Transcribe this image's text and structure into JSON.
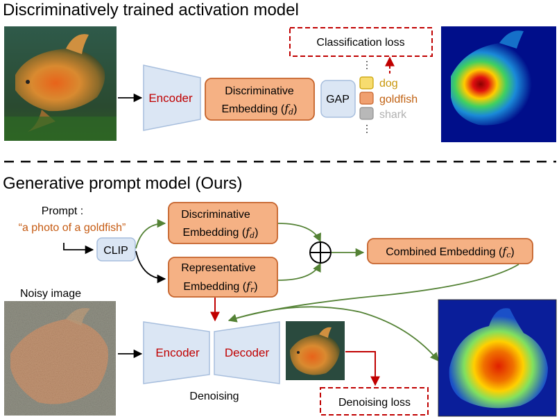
{
  "top": {
    "title": "Discriminatively trained activation model",
    "encoder": "Encoder",
    "embedding_line1": "Discriminative",
    "embedding_line2": "Embedding (",
    "embedding_sym": "f",
    "embedding_sub": "d",
    "embedding_close": ")",
    "gap": "GAP",
    "loss": "Classification loss",
    "classes": [
      {
        "label": "dog",
        "color": "#c8960a",
        "fill": "#f7dc6f"
      },
      {
        "label": "goldfish",
        "color": "#c06010",
        "fill": "#f0a070"
      },
      {
        "label": "shark",
        "color": "#b0b0b0",
        "fill": "#b8b8b8"
      }
    ]
  },
  "bottom": {
    "title": "Generative prompt model (Ours)",
    "prompt_label": "Prompt :",
    "prompt_text": "“a photo of a goldfish”",
    "clip": "CLIP",
    "disc_line1": "Discriminative",
    "disc_line2": "Embedding (",
    "disc_sym": "f",
    "disc_sub": "d",
    "rep_line1": "Representative",
    "rep_line2": "Embedding (",
    "rep_sym": "f",
    "rep_sub": "r",
    "combined": "Combined Embedding (",
    "combined_sym": "f",
    "combined_sub": "c",
    "close": ")",
    "plus": "⊕",
    "noisy": "Noisy image",
    "encoder": "Encoder",
    "decoder": "Decoder",
    "denoising": "Denoising",
    "loss": "Denoising loss"
  },
  "colors": {
    "orange_fill": "#f5b184",
    "orange_stroke": "#c5622a",
    "blue_fill": "#dbe6f4",
    "blue_stroke": "#a7bedd",
    "dark_red": "#c00000",
    "green": "#548235",
    "prompt_orange": "#c55a11"
  }
}
